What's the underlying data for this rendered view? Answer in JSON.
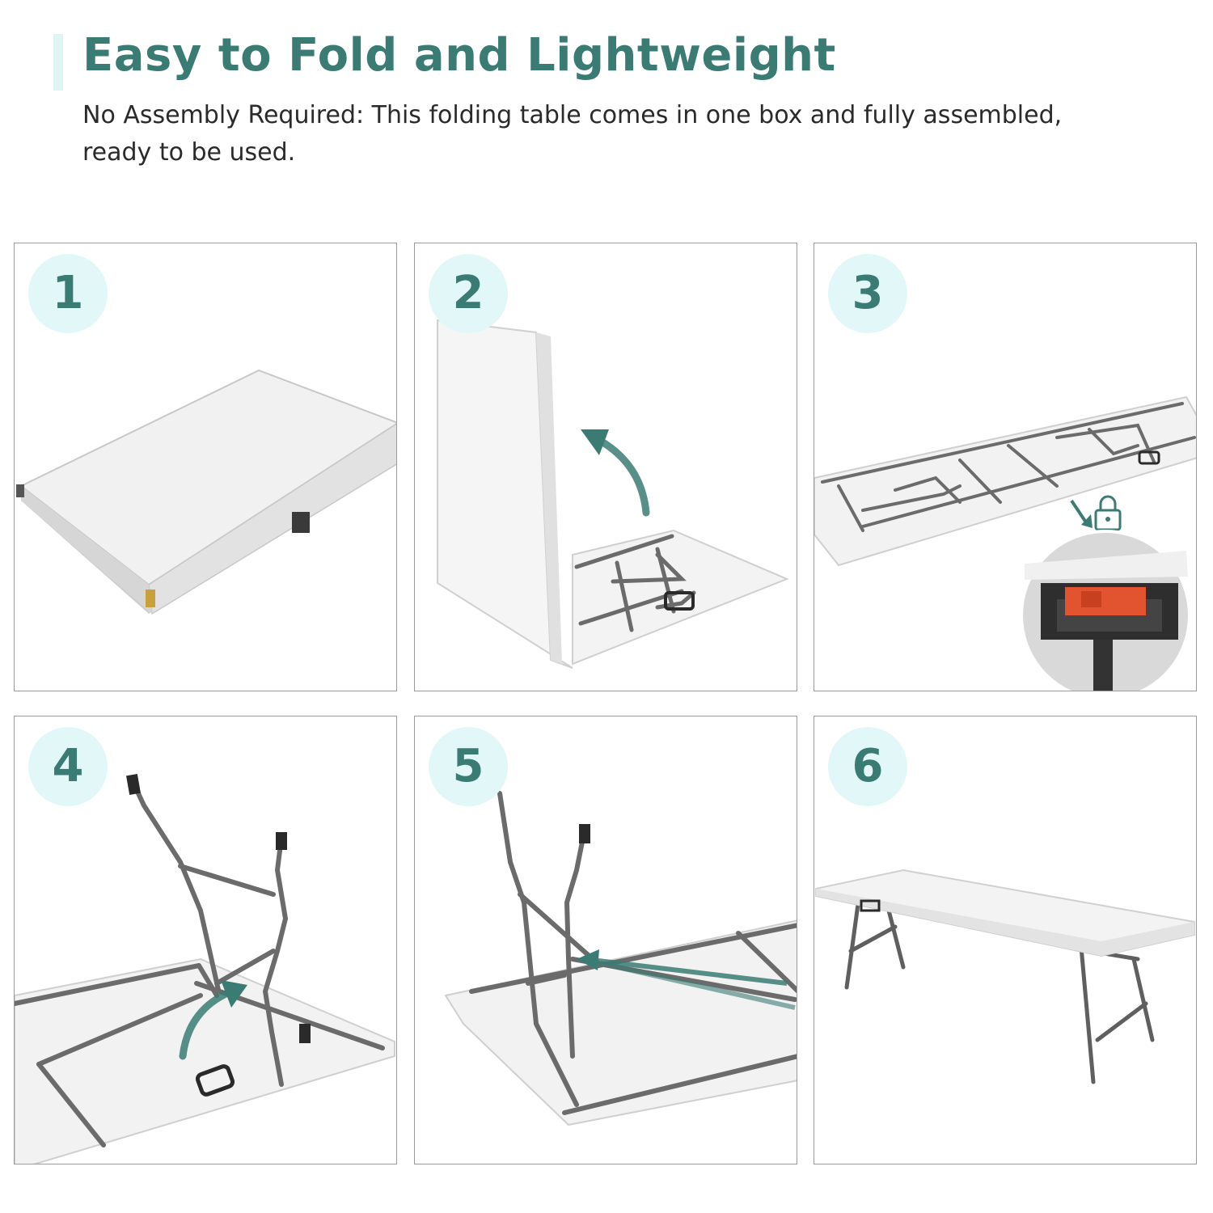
{
  "header": {
    "title": "Easy to Fold and Lightweight",
    "subtitle": "No Assembly Required: This folding table comes in one box and fully assembled, ready to be used."
  },
  "steps": [
    {
      "number": "1"
    },
    {
      "number": "2"
    },
    {
      "number": "3"
    },
    {
      "number": "4"
    },
    {
      "number": "5"
    },
    {
      "number": "6"
    }
  ],
  "colors": {
    "accent": "#3a7b74",
    "badge_bg": "#e2f7f7",
    "frame": "#6b6b6b",
    "table_top": "#f2f2f2",
    "latch": "#e2532f"
  },
  "icons": [
    "curved-arrow-icon",
    "lock-icon",
    "diagonal-arrow-icon"
  ]
}
